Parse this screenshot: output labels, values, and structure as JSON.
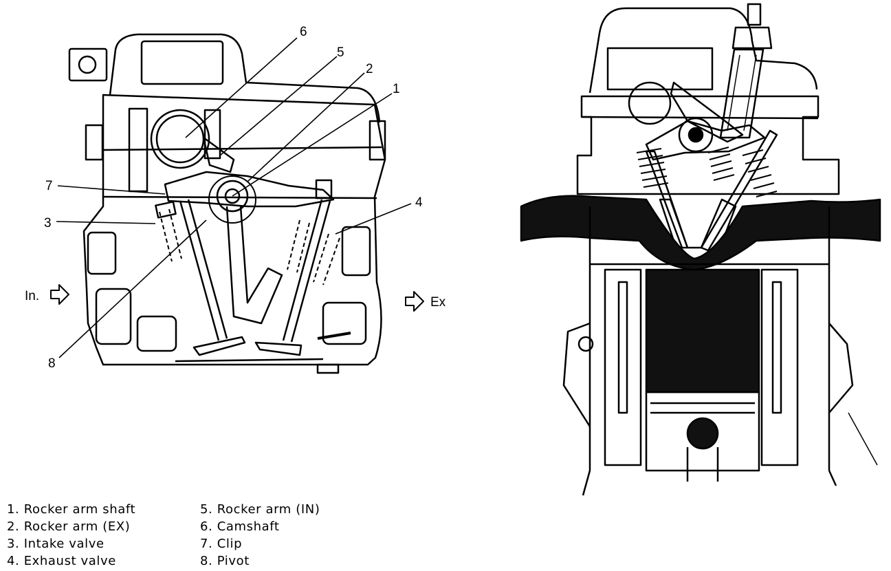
{
  "callouts": {
    "c1": "1",
    "c2": "2",
    "c3": "3",
    "c4": "4",
    "c5": "5",
    "c6": "6",
    "c7": "7",
    "c8": "8"
  },
  "flow": {
    "intake": "In.",
    "exhaust": "Ex"
  },
  "legend": [
    "1. Rocker arm shaft",
    "2. Rocker arm (EX)",
    "3. Intake valve",
    "4. Exhaust valve",
    "5. Rocker arm (IN)",
    "6. Camshaft",
    "7. Clip",
    "8. Pivot"
  ]
}
